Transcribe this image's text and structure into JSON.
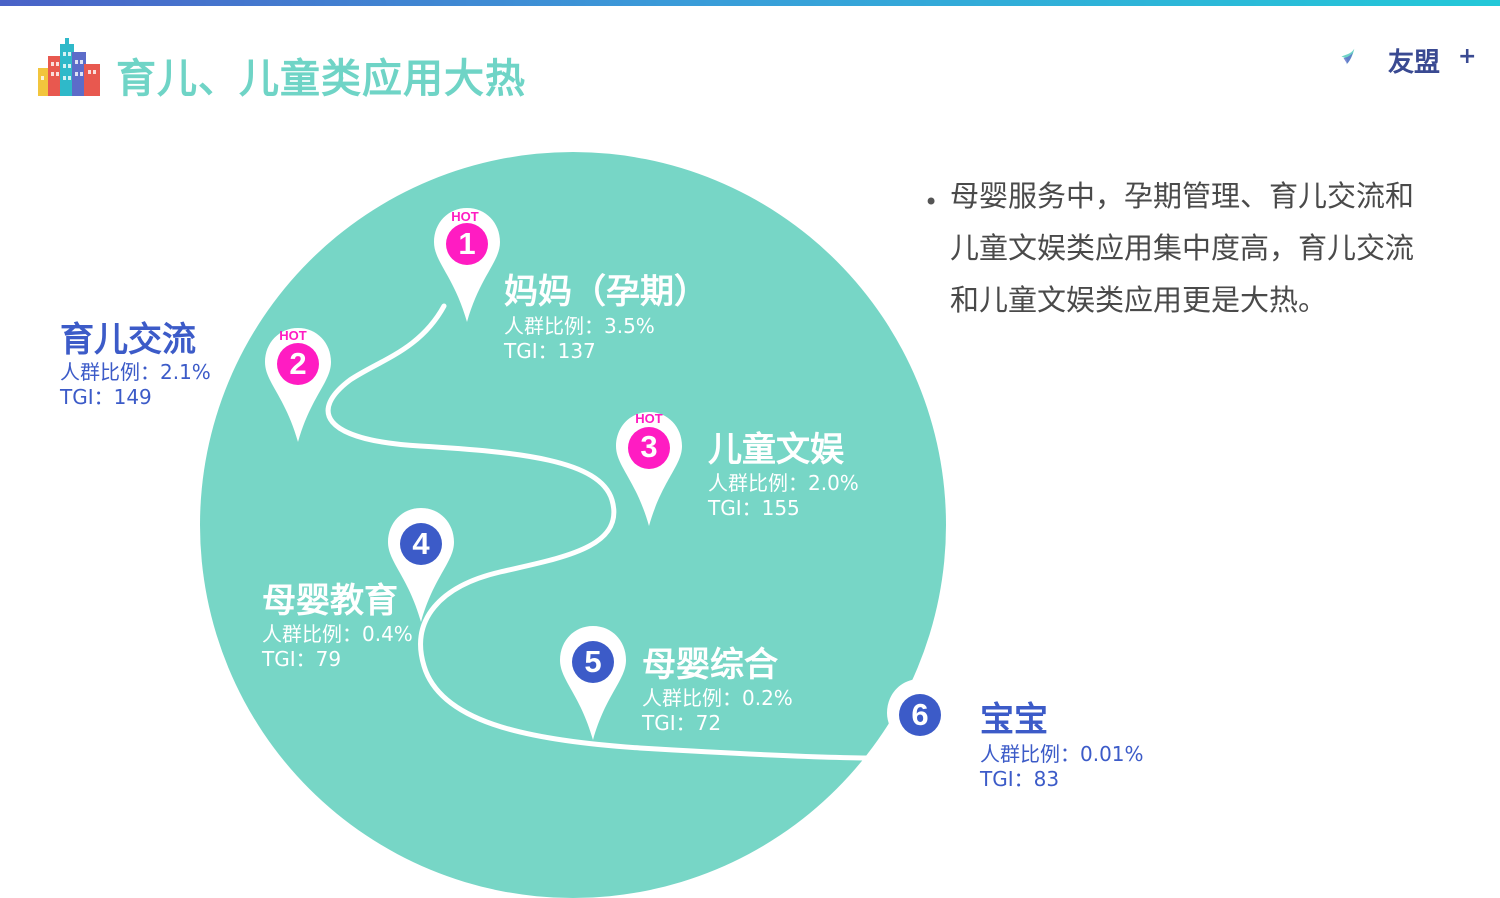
{
  "header": {
    "title": "育儿、儿童类应用大热",
    "brand_name": "友盟",
    "brand_plus": "+"
  },
  "description": {
    "bullet": "•",
    "text": "母婴服务中，孕期管理、育儿交流和儿童文娱类应用集中度高，育儿交流和儿童文娱类应用更是大热。"
  },
  "colors": {
    "circle": "#77d6c6",
    "hot": "#ff1cc2",
    "normal": "#3c5bc8",
    "title": "#6fd4c6"
  },
  "stages": [
    {
      "number": "1",
      "hot": "HOT",
      "name": "妈妈（孕期）",
      "ratio": "人群比例：3.5%",
      "tgi": "TGI：137"
    },
    {
      "number": "2",
      "hot": "HOT",
      "name": "育儿交流",
      "ratio": "人群比例：2.1%",
      "tgi": "TGI：149"
    },
    {
      "number": "3",
      "hot": "HOT",
      "name": "儿童文娱",
      "ratio": "人群比例：2.0%",
      "tgi": "TGI：155"
    },
    {
      "number": "4",
      "hot": "",
      "name": "母婴教育",
      "ratio": "人群比例：0.4%",
      "tgi": "TGI：79"
    },
    {
      "number": "5",
      "hot": "",
      "name": "母婴综合",
      "ratio": "人群比例：0.2%",
      "tgi": "TGI：72"
    },
    {
      "number": "6",
      "hot": "",
      "name": "宝宝",
      "ratio": "人群比例：0.01%",
      "tgi": "TGI：83"
    }
  ]
}
